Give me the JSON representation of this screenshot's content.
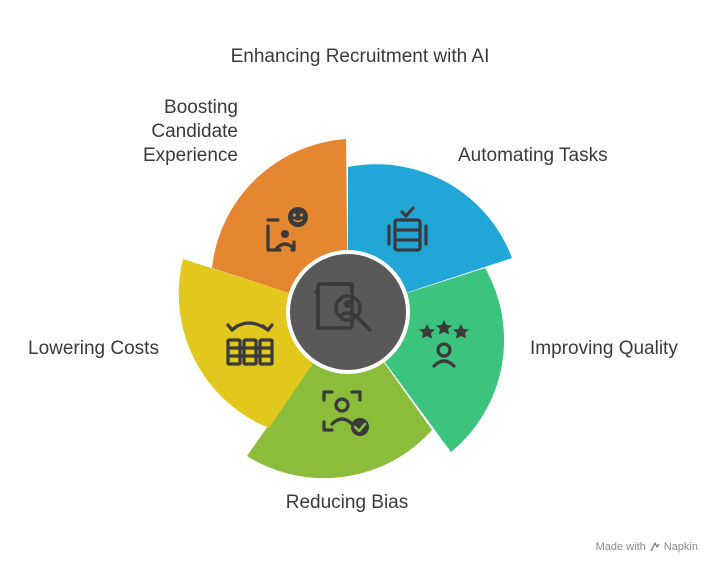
{
  "title": "Enhancing Recruitment with AI",
  "segments": [
    {
      "label": "Automating Tasks",
      "color": "#22a6d8",
      "icon": "document-check-icon"
    },
    {
      "label": "Improving Quality",
      "color": "#3cc47e",
      "icon": "star-rating-user-icon"
    },
    {
      "label": "Reducing Bias",
      "color": "#8bbd3a",
      "icon": "person-verified-icon"
    },
    {
      "label": "Lowering Costs",
      "color": "#e2c71c",
      "icon": "budget-grid-icon"
    },
    {
      "label": "Boosting Candidate Experience",
      "color": "#e58730",
      "icon": "chat-candidate-icon"
    }
  ],
  "center": {
    "color": "#595959",
    "icon": "search-candidate-icon"
  },
  "footer": {
    "prefix": "Made with",
    "brand": "Napkin"
  }
}
